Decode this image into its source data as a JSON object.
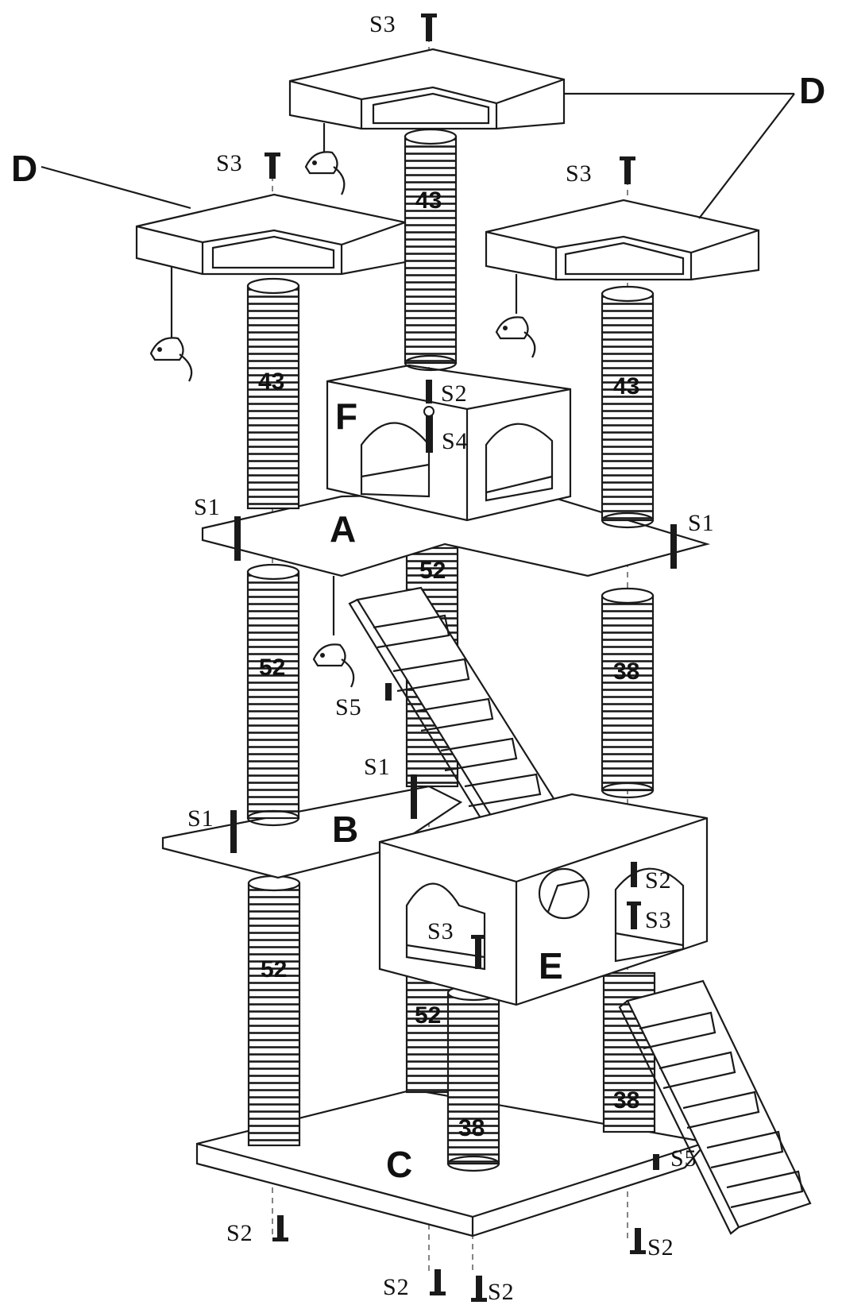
{
  "parts": {
    "platform_a": "A",
    "platform_b": "B",
    "base_c": "C",
    "perch_d": "D",
    "condo_e": "E",
    "condo_f": "F"
  },
  "screws": {
    "s1": "S1",
    "s2": "S2",
    "s3": "S3",
    "s4": "S4",
    "s5": "S5"
  },
  "posts": {
    "top_center": "43",
    "top_left": "43",
    "top_right": "43",
    "mid_center": "52",
    "mid_left": "52",
    "mid_right": "38",
    "low_left": "52",
    "low_center": "52",
    "low_front": "38",
    "low_right": "38"
  }
}
